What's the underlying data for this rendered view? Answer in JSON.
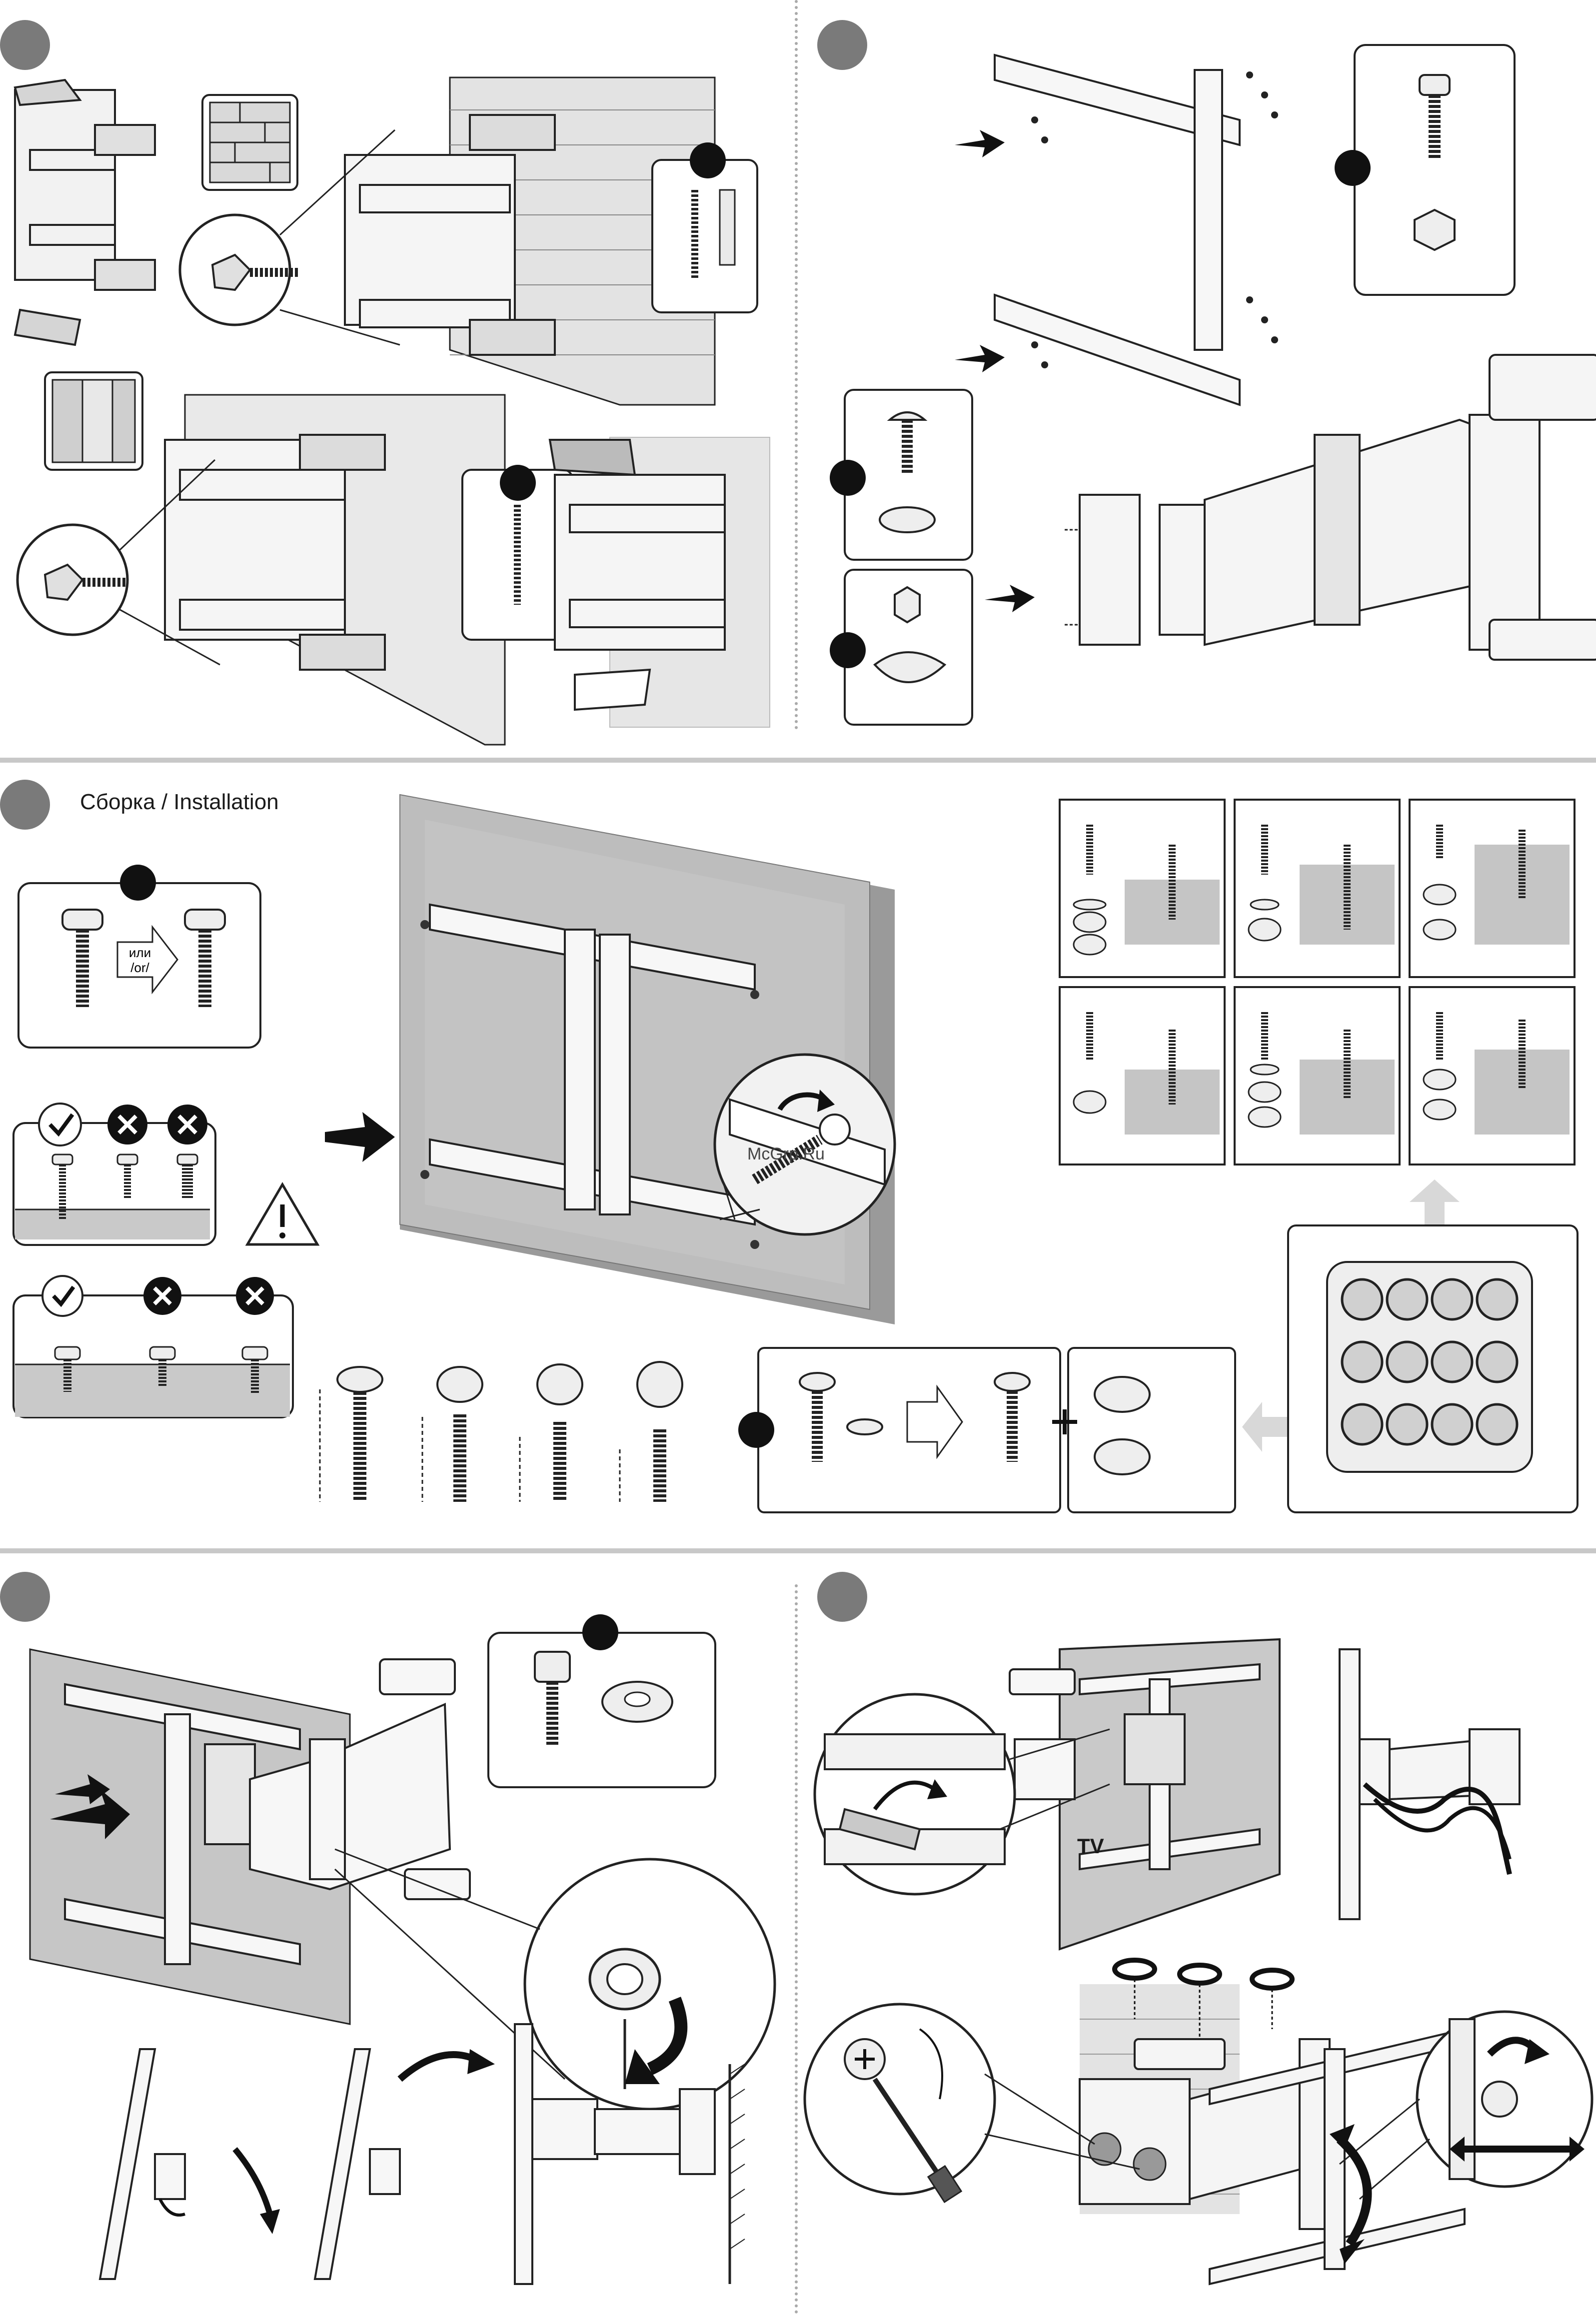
{
  "page": {
    "background": "#ffffff",
    "separator_color": "#c8c8c8",
    "badge_color": "#7a7a7a"
  },
  "sections": [
    {
      "id": "wall-mounting",
      "content": "bracket to wall (brick, wood stud) illustrations"
    },
    {
      "id": "plate-assembly",
      "content": "vesa plate to arm assembly"
    },
    {
      "id": "tv-assembly",
      "title": "Сборка / Installation"
    },
    {
      "id": "hang-tv",
      "content": "hang tv on arm and lock"
    },
    {
      "id": "adjust-cable",
      "content": "cable routing and adjustment"
    }
  ],
  "section3": {
    "title": "Сборка / Installation",
    "or_label_line1": "или",
    "or_label_line2": "/or/"
  },
  "section5": {
    "tv_label": "TV"
  },
  "watermark": "McGrp.Ru",
  "icons": {
    "check": "check-icon",
    "cross": "cross-icon",
    "warning": "warning-icon",
    "arrow": "arrow-icon",
    "rotate": "rotate-icon"
  },
  "colors": {
    "tv_grey": "#bdbdbd",
    "tv_side": "#9a9a9a",
    "wall": "#e6e6e6",
    "line": "#1a1a1a"
  }
}
